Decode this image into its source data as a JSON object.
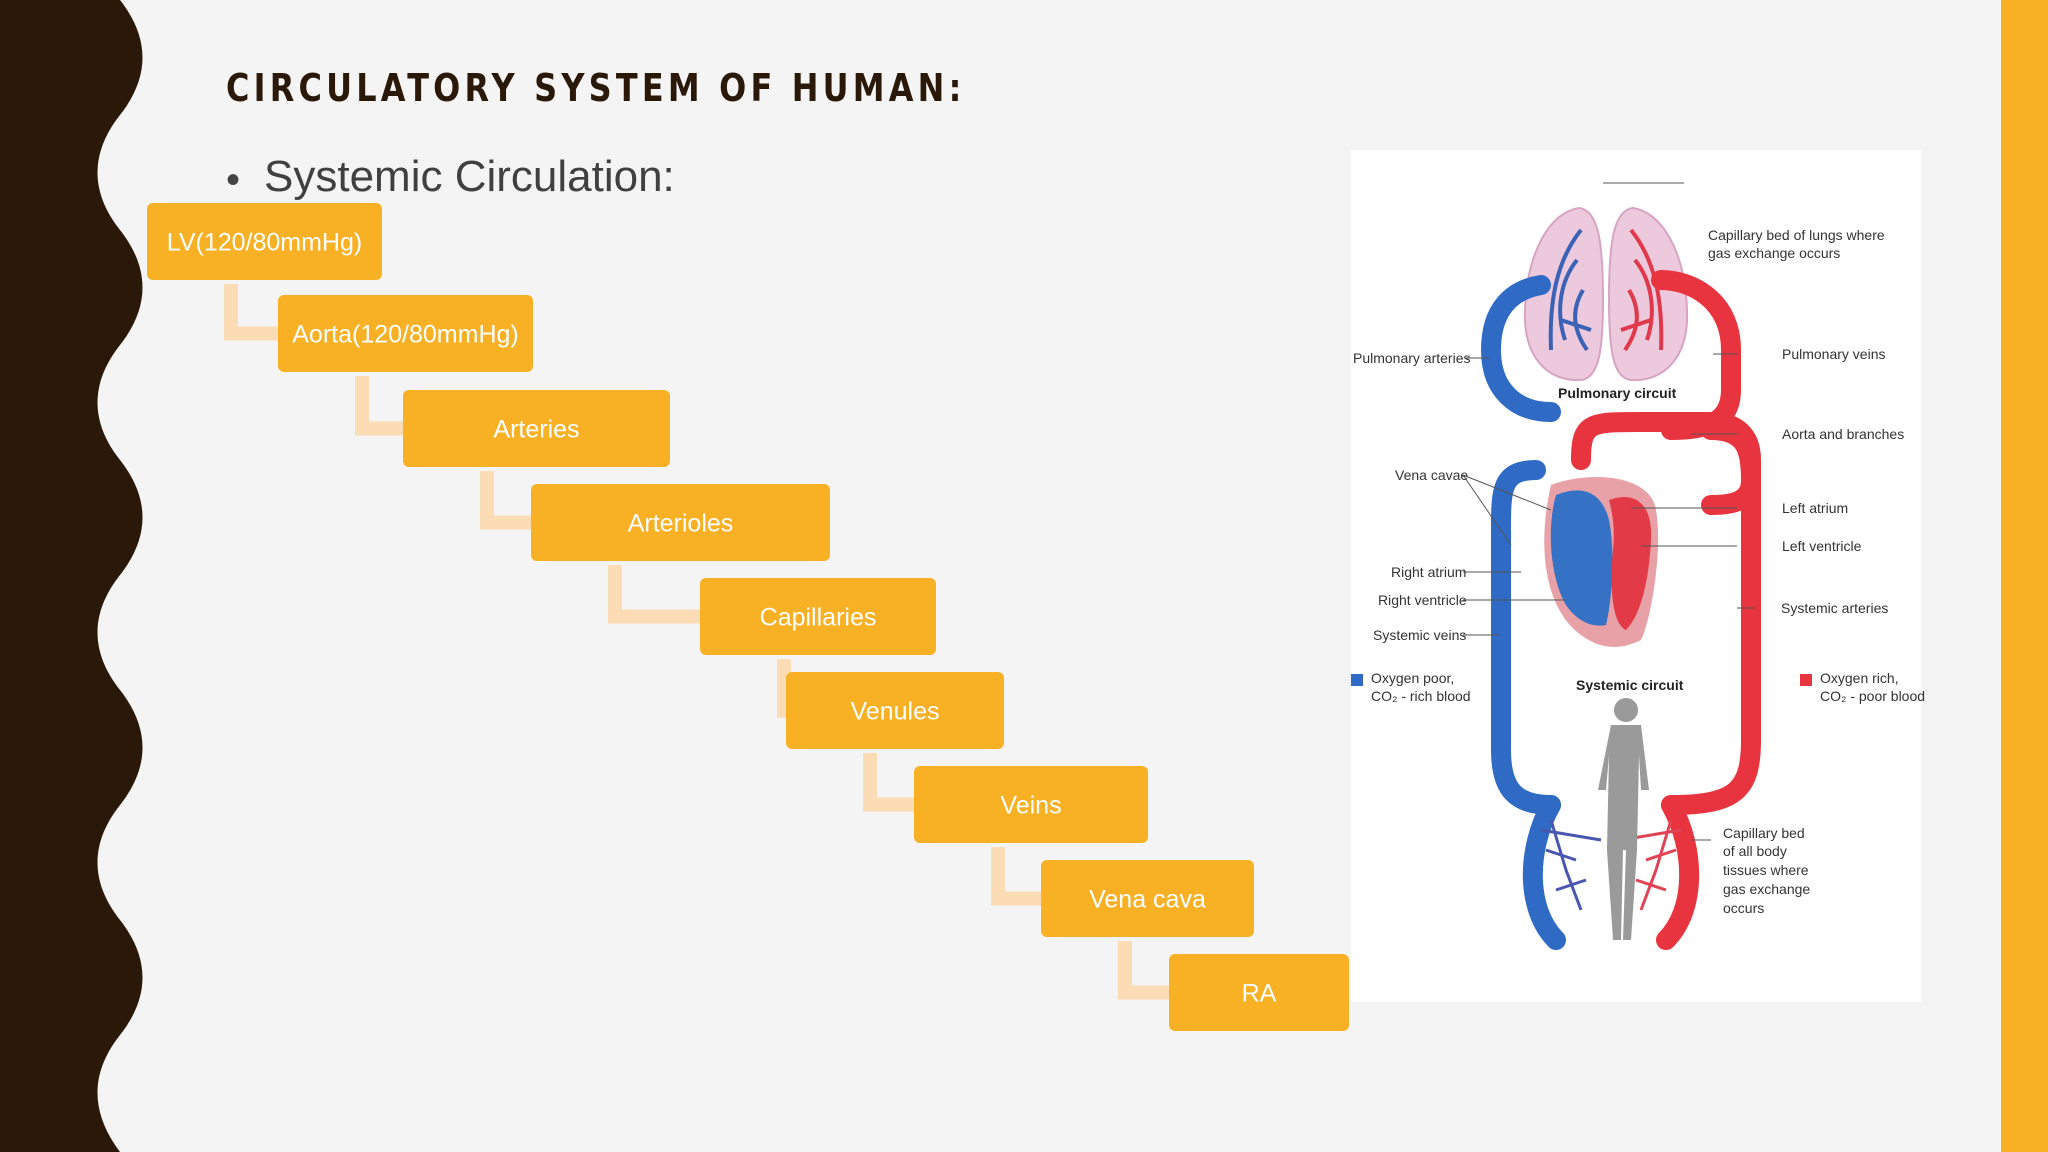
{
  "slide": {
    "title": "CIRCULATORY SYSTEM OF HUMAN:",
    "bullet": "Systemic Circulation:",
    "colors": {
      "accent": "#f8b025",
      "dark_band": "#2a1908",
      "connector": "#fcdcb4",
      "arterial": "#e8343e",
      "venous": "#2f6bc4"
    }
  },
  "flow": {
    "steps": [
      "LV(120/80mmHg)",
      "Aorta(120/80mmHg)",
      "Arteries",
      "Arterioles",
      "Capillaries",
      "Venules",
      "Veins",
      "Vena cava",
      "RA"
    ]
  },
  "diagram": {
    "labels": {
      "capillary_lungs": [
        "Capillary bed of lungs where",
        "gas exchange occurs"
      ],
      "pulmonary_arteries": "Pulmonary arteries",
      "pulmonary_veins": "Pulmonary veins",
      "pulmonary_circuit": "Pulmonary circuit",
      "aorta_branches": "Aorta and branches",
      "vena_cavae": "Vena cavae",
      "left_atrium": "Left atrium",
      "left_ventricle": "Left ventricle",
      "right_atrium": "Right atrium",
      "right_ventricle": "Right ventricle",
      "systemic_arteries": "Systemic arteries",
      "systemic_veins": "Systemic veins",
      "systemic_circuit": "Systemic circuit",
      "oxygen_poor": [
        "Oxygen poor,",
        "CO₂ - rich blood"
      ],
      "oxygen_rich": [
        "Oxygen rich,",
        "CO₂ - poor blood"
      ],
      "capillary_body": [
        "Capillary bed",
        "of all body",
        "tissues where",
        "gas exchange",
        "occurs"
      ]
    }
  }
}
